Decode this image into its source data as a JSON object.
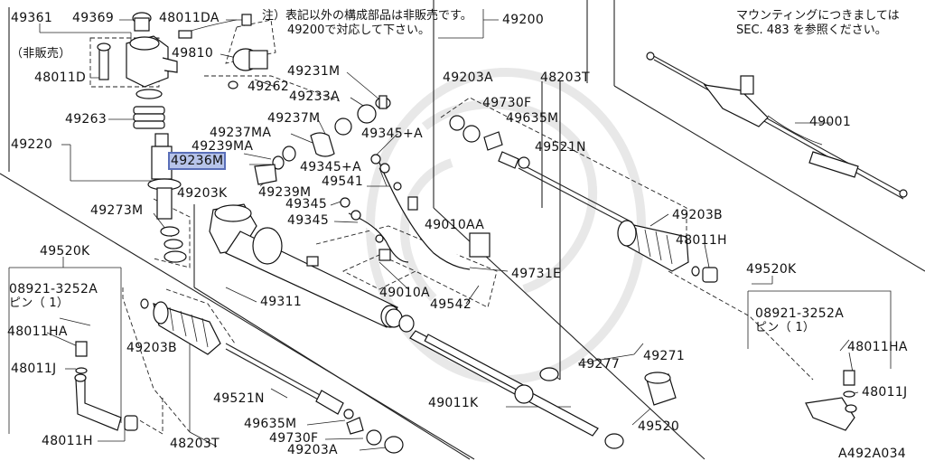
{
  "notes": {
    "unsold_parts": "注）表記以外の構成部品は非販売です。",
    "refer_part": "49200で対応して下さい。",
    "mounting_line1": "マウンティングにつきましては",
    "mounting_line2": "SEC. 483 を参照ください。",
    "hihanbai": "（非販売）",
    "pin_left": "ピン（ 1）",
    "pin_right": "ピン（ 1）"
  },
  "diagram_code": "A492A034",
  "labels": {
    "p49361": "49361",
    "p49369": "49369",
    "p48011DA": "48011DA",
    "p49200": "49200",
    "p49810": "49810",
    "p48011D": "48011D",
    "p49262": "49262",
    "p49231M": "49231M",
    "p49233A": "49233A",
    "p49203A_top": "49203A",
    "p48203T_top": "48203T",
    "p49001": "49001",
    "p49263": "49263",
    "p49237M": "49237M",
    "p49730F_top": "49730F",
    "p49635M_top": "49635M",
    "p49220": "49220",
    "p49237MA": "49237MA",
    "p49239MA": "49239MA",
    "p49345A_1": "49345+A",
    "p49236M": "49236M",
    "p49345A_2": "49345+A",
    "p49521N_top": "49521N",
    "p49541": "49541",
    "p49203K": "49203K",
    "p49239M": "49239M",
    "p49345_1": "49345",
    "p49273M": "49273M",
    "p49345_2": "49345",
    "p49010AA": "49010AA",
    "p49203B_right": "49203B",
    "p48011H_right": "48011H",
    "p49520K_left": "49520K",
    "p49731E": "49731E",
    "p49520K_right": "49520K",
    "p08921_left": "08921-3252A",
    "p49311": "49311",
    "p49010A": "49010A",
    "p49542": "49542",
    "p08921_right": "08921-3252A",
    "p48011HA_left": "48011HA",
    "p49203B_left": "49203B",
    "p49271": "49271",
    "p48011HA_right": "48011HA",
    "p48011J_left": "48011J",
    "p49277": "49277",
    "p48011J_right": "48011J",
    "p49521N_bottom": "49521N",
    "p49011K": "49011K",
    "p49635M_bottom": "49635M",
    "p49520": "49520",
    "p48011H_left": "48011H",
    "p49730F_bottom": "49730F",
    "p48203T_bottom": "48203T",
    "p49203A_bottom": "49203A"
  },
  "highlighted_part": "49236M"
}
